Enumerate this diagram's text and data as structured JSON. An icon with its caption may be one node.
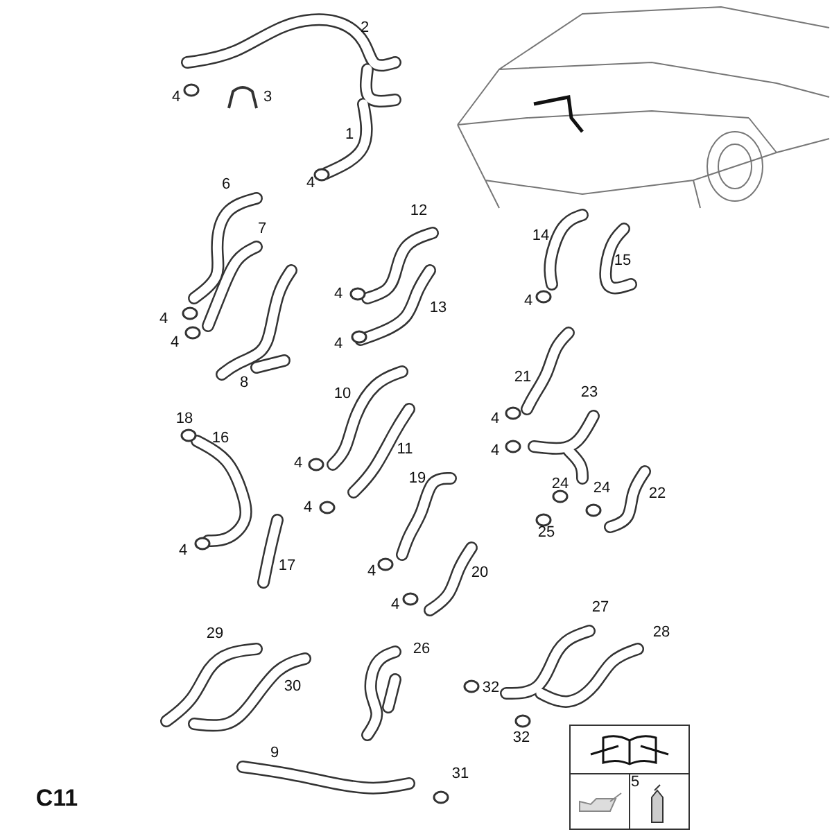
{
  "diagram": {
    "labels": [
      "2",
      "4",
      "3",
      "1",
      "6",
      "4",
      "12",
      "7",
      "14",
      "15",
      "4",
      "4",
      "4",
      "13",
      "4",
      "4",
      "8",
      "21",
      "10",
      "23",
      "18",
      "4",
      "16",
      "11",
      "4",
      "4",
      "19",
      "24",
      "24",
      "22",
      "4",
      "4",
      "25",
      "17",
      "4",
      "20",
      "4",
      "27",
      "29",
      "28",
      "26",
      "30",
      "32",
      "32",
      "9",
      "31",
      "5",
      "C11"
    ]
  }
}
